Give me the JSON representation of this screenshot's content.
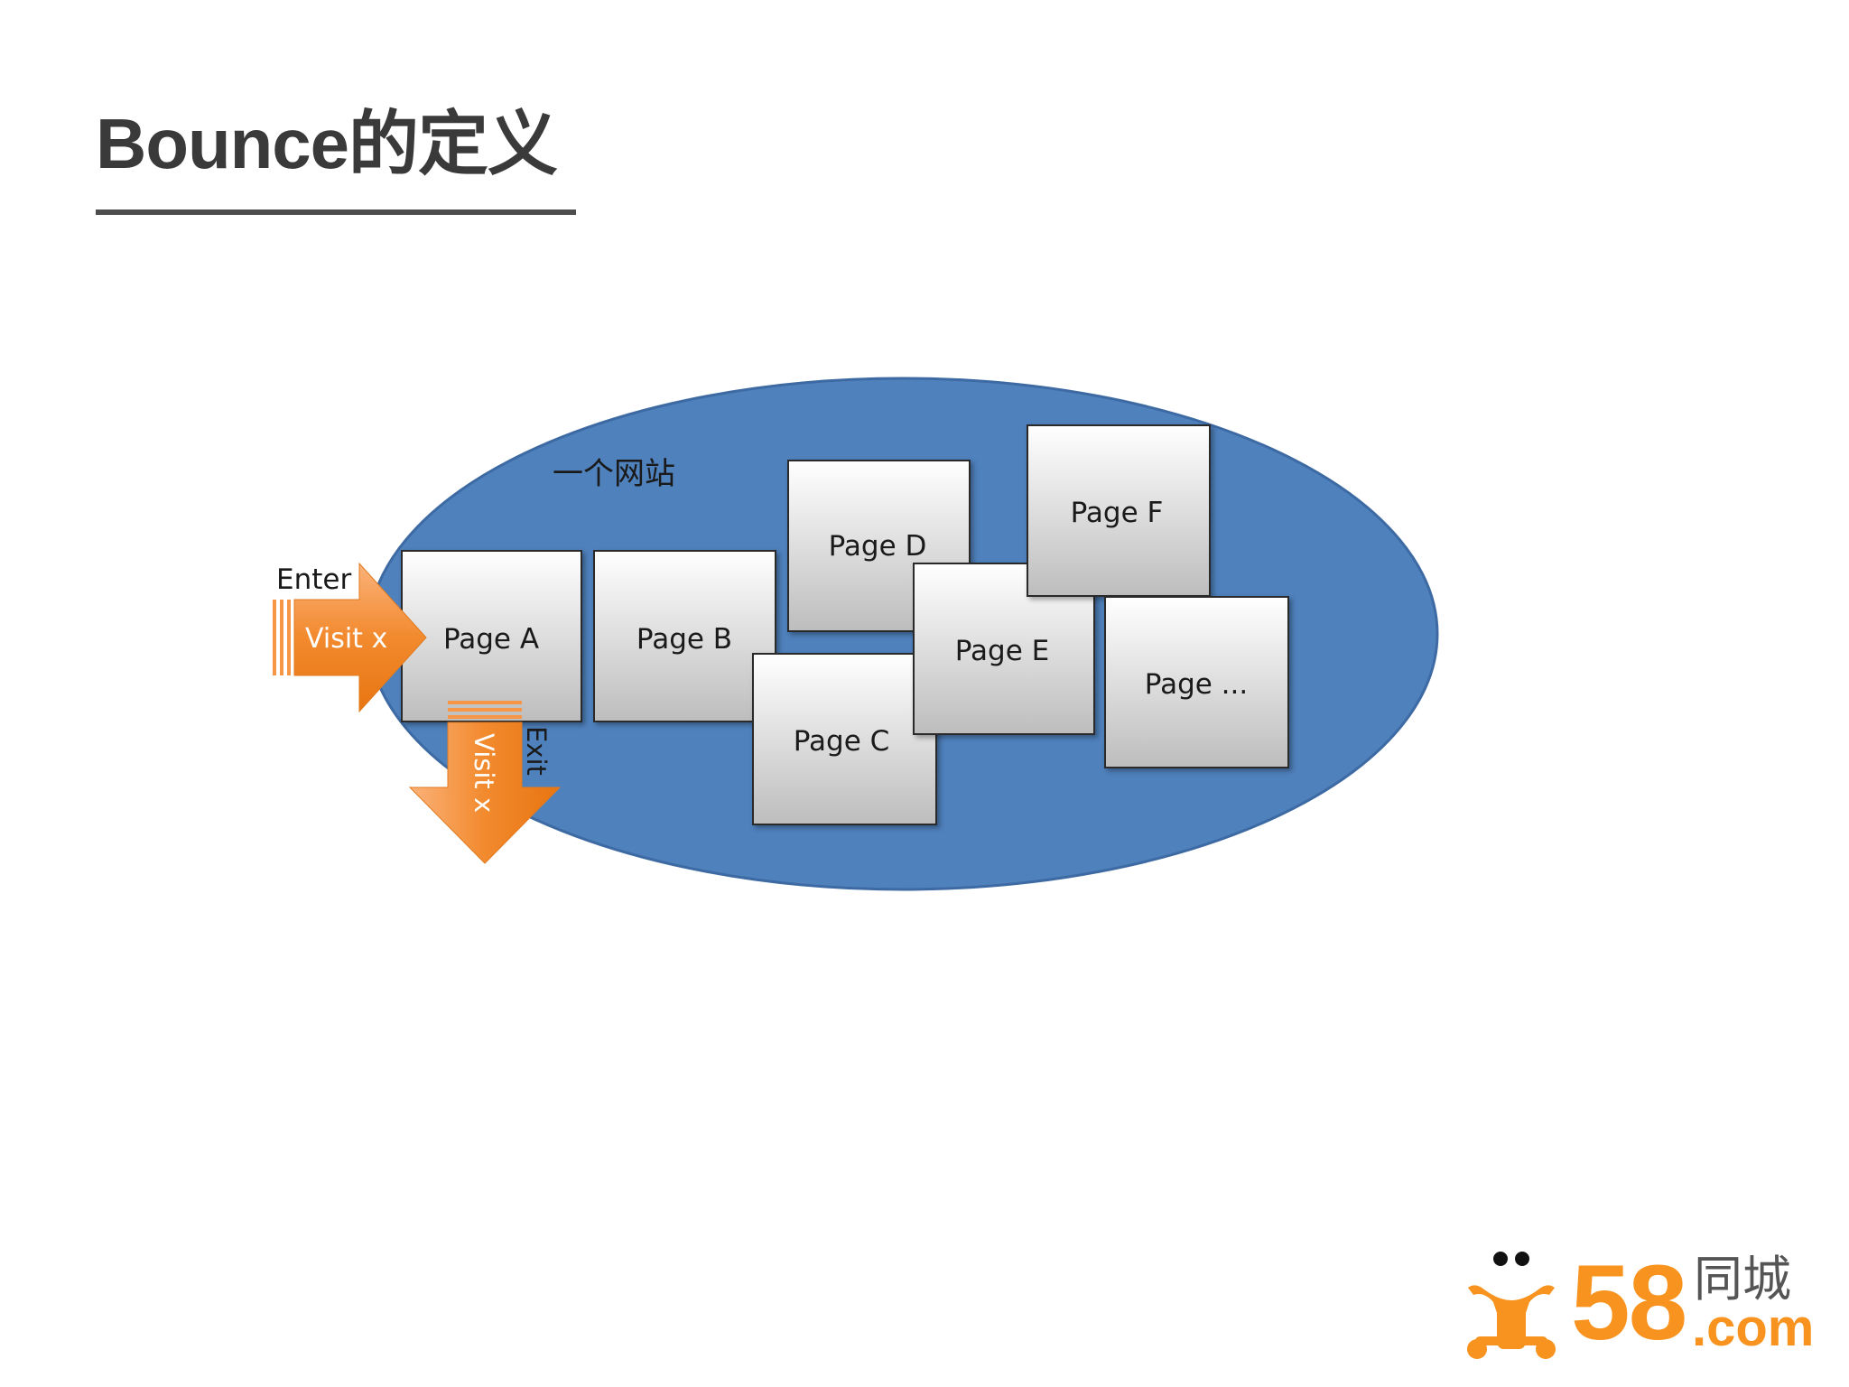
{
  "slide": {
    "title": "Bounce的定义"
  },
  "diagram": {
    "site_label": "一个网站",
    "pages": [
      "Page A",
      "Page B",
      "Page C",
      "Page D",
      "Page E",
      "Page F",
      "Page ..."
    ],
    "enter_label": "Enter",
    "enter_arrow_label": "Visit x",
    "exit_label": "Exit",
    "exit_arrow_label": "Visit x",
    "colors": {
      "ellipse_fill": "#4f81bd",
      "ellipse_stroke": "#3d6aa3",
      "arrow_orange": "#f79646",
      "page_top": "#ffffff",
      "page_bottom": "#bfbfbf"
    }
  },
  "logo": {
    "number": "58",
    "chinese": "同城",
    "domain": ".com",
    "color": "#f7931e"
  }
}
